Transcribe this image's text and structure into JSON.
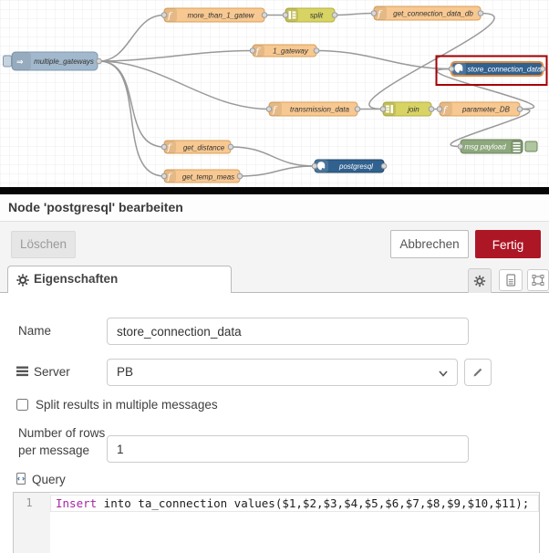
{
  "icons": {
    "function_node": "f",
    "inject_arrow": "⇒"
  },
  "flow": {
    "nodes": {
      "multiple_gateways": "multiple_gateways",
      "more_than_1_gatew": "more_than_1_gatew",
      "split": "split",
      "get_connection_data_db": "get_connection_data_db",
      "gateway_1": "1_gateway",
      "store_connection_data": "store_connection_data",
      "transmission_data": "transmission_data",
      "join": "join",
      "parameter_DB": "parameter_DB",
      "msg_payload": "msg payload",
      "get_distance": "get_distance",
      "get_temp_meas": "get_temp_meas",
      "postgresql": "postgresql"
    },
    "colors": {
      "inject_node": "#a2b8cc",
      "function_node": "#f7c891",
      "split_join_node": "#d8d464",
      "postgres_node": "#31618e",
      "debug_node": "#8ca87c",
      "selection_border": "#dd8a3e",
      "highlight_box": "#a40000",
      "wire": "#999999"
    }
  },
  "dialog": {
    "title": "Node 'postgresql' bearbeiten",
    "delete_label": "Löschen",
    "cancel_label": "Abbrechen",
    "done_label": "Fertig",
    "tab_label": "Eigenschaften",
    "colors": {
      "done_bg": "#AD1625"
    },
    "form": {
      "name_label": "Name",
      "name_value": "store_connection_data",
      "server_label": "Server",
      "server_value": "PB",
      "split_label": "Split results in multiple messages",
      "rows_label_line1": "Number of rows",
      "rows_label_line2": "per message",
      "rows_value": "1",
      "query_label": "Query",
      "query_line_number": "1",
      "query_keyword": "Insert",
      "query_rest": " into ta_connection values($1,$2,$3,$4,$5,$6,$7,$8,$9,$10,$11);"
    }
  }
}
